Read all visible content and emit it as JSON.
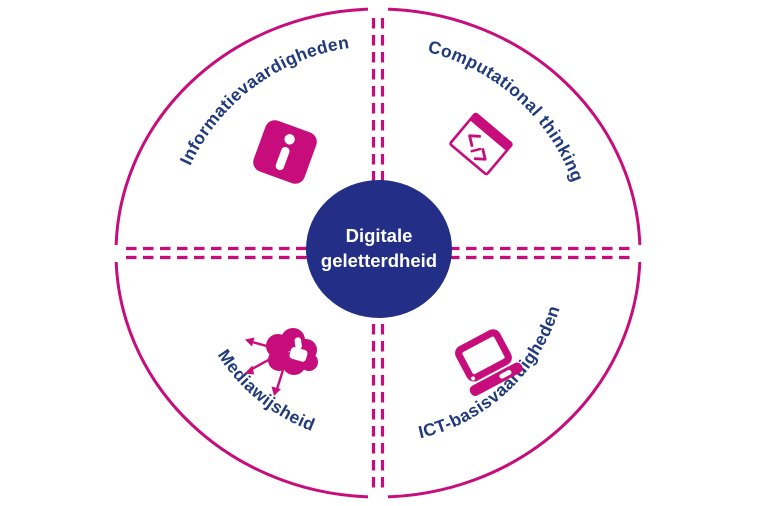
{
  "diagram": {
    "title": {
      "line1": "Digitale",
      "line2": "geletterdheid"
    },
    "quadrants": [
      {
        "position": "top-left",
        "label": "Informatievaardigheden",
        "icon": "information-icon"
      },
      {
        "position": "top-right",
        "label": "Computational thinking",
        "icon": "code-window-icon"
      },
      {
        "position": "bottom-left",
        "label": "Mediawijsheid",
        "icon": "media-cloud-thumbs-up-icon"
      },
      {
        "position": "bottom-right",
        "label": "ICT-basisvaardigheden",
        "icon": "laptop-icon"
      }
    ],
    "colors": {
      "magenta": "#C60D7B",
      "navy": "#232E87",
      "label_blue": "#203A7C",
      "background": "#FFFFFF"
    }
  }
}
